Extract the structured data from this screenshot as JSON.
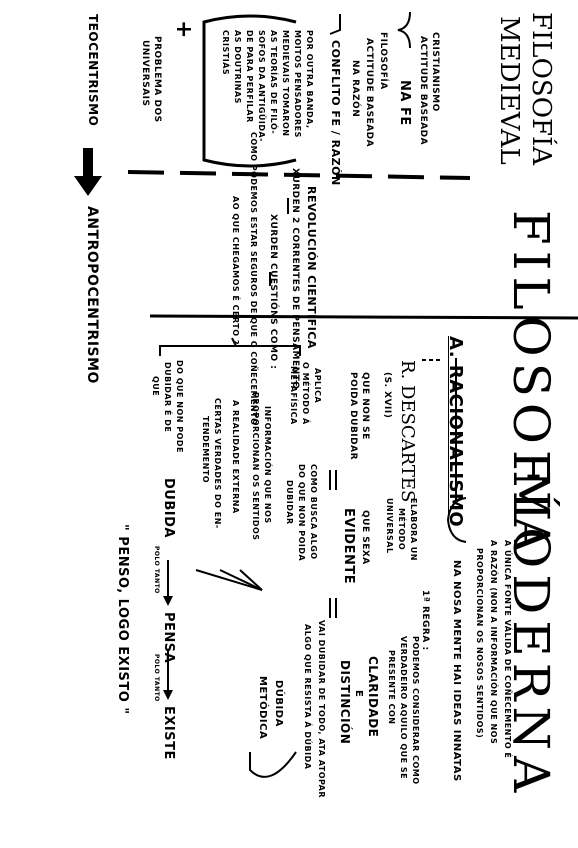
{
  "medieval": {
    "title": [
      "FILOSOFÍA",
      "MEDIEVAL"
    ],
    "cristianismo": "CRISTIANISMO",
    "actitude_fe": [
      "ACTITUDE BASEADA",
      "NA FE"
    ],
    "filosofia": "FILOSOFÍA",
    "actitude_razon": [
      "ACTITUDE BASEADA",
      "NA RAZÓN"
    ],
    "conflito": "CONFLITO FE / RAZÓN",
    "conflito_text": [
      "POR OUTRA BANDA,",
      "MOITOS PENSADORES",
      "MEDIEVAIS TOMARON",
      "AS TEORÍAS DE FILÓ-",
      "SOFOS DA ANTIGÜIDA-",
      "DE PARA PERFILAR",
      "AS DOUTRINAS",
      "CRISTIÁS"
    ],
    "plus": "+",
    "problema": [
      "PROBLEMA DOS",
      "UNIVERSAIS"
    ],
    "teocentrismo": "TEOCENTRISMO",
    "antropocentrismo": "ANTROPOCENTRISMO"
  },
  "moderna": {
    "title1": "FILOSOFÍA",
    "title2": "MODERNA",
    "revolucion": "REVOLUCIÓN CIENTÍFICA",
    "xurden_cuestions": "XURDEN CUESTIÓNS COMO :",
    "pregunta": [
      "COMO PODEMOS ESTAR SEGUROS DE QUE O COÑECEMENTO",
      "AO QUE CHEGAMOS É CERTO ?"
    ],
    "correntes": "XURDEN 2 CORRENTES DE PENSAMENTO"
  },
  "racionalismo": {
    "label": "A. RACIONALISMO",
    "fonte": [
      "A ÚNICA FONTE VÁLIDA DE COÑECEMENTO É",
      "A RAZÓN (NON A INFORMACIÓN QUE NOS",
      "PROPORCIONAN OS NOSOS SENTIDOS)"
    ],
    "ideas": "NA NOSA MENTE HAI IDEAS INNATAS",
    "descartes": [
      "R. DESCARTES",
      "(S. XVII)"
    ],
    "elabora": [
      "ELABORA UN",
      "MÉTODO",
      "UNIVERSAL"
    ],
    "regra_label": "1ª REGRA :",
    "regra_text": [
      "PODEMOS CONSIDERAR COMO",
      "VERDADEIRO AQUILO QUE SE",
      "PRESENTE CON"
    ],
    "claridade": "CLARIDADE",
    "e": "E",
    "distincion": "DISTINCIÓN",
    "que_sexa": "QUE SEXA",
    "evidente": "EVIDENTE",
    "que_non_se": [
      "QUE NON SE",
      "POIDA DUBIDAR"
    ],
    "aplica": [
      "APLICA",
      "O MÉTODO Á",
      "METAFÍSICA"
    ],
    "como_busca": [
      "COMO BUSCA ALGO",
      "DO QUE NON POIDA",
      "DUBIDAR"
    ],
    "vai_dubidar": [
      "VAI DUBIDAR DE TODO, ATA ATOPAR",
      "ALGO QUE RESISTA Á DÚBIDA"
    ],
    "dubida_metodica": [
      "DÚBIDA",
      "METÓDICA"
    ],
    "informacion": [
      "INFORMACIÓN QUE NOS",
      "PROPORCIONAN OS SENTIDOS"
    ],
    "realidade": "A REALIDADE EXTERNA",
    "verdades": [
      "CERTAS VERDADES DO EN-",
      "TENDEMENTO"
    ],
    "do_que": [
      "DO QUE NON PODE",
      "DUBIDAR É DE",
      "QUE"
    ],
    "dubida": "DUBIDA",
    "pensa": "PENSA",
    "existe": "EXISTE",
    "polo_tanto": "POLO TANTO",
    "penso": "\" PENSO, LOGO EXISTO \""
  }
}
